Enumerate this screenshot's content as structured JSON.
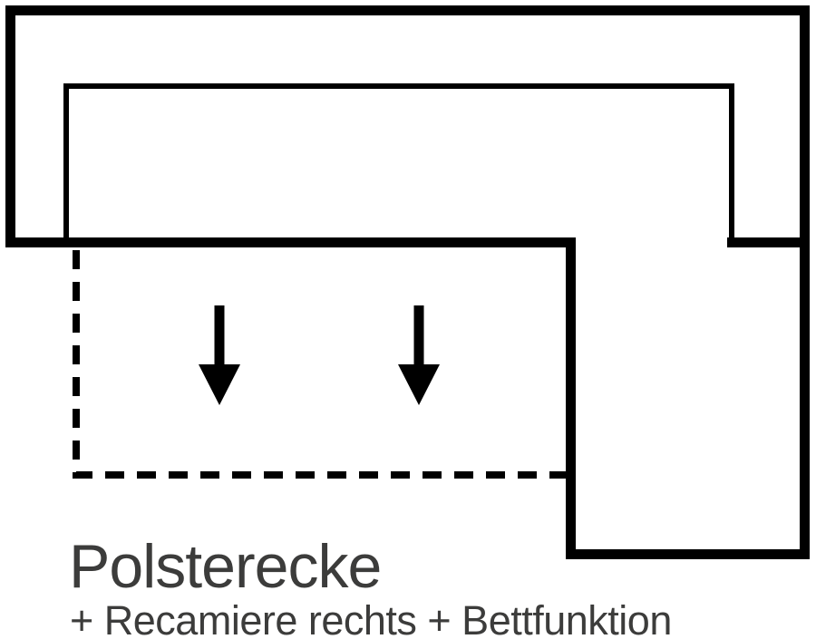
{
  "colors": {
    "background": "#ffffff",
    "line": "#000000",
    "text": "#3c3c3b"
  },
  "labels": {
    "title": "Polsterecke",
    "subtitle": "+ Recamiere rechts + Bettfunktion"
  },
  "icons": {
    "pull_out_direction": "arrow-down-icon",
    "arrow_count": 2
  }
}
